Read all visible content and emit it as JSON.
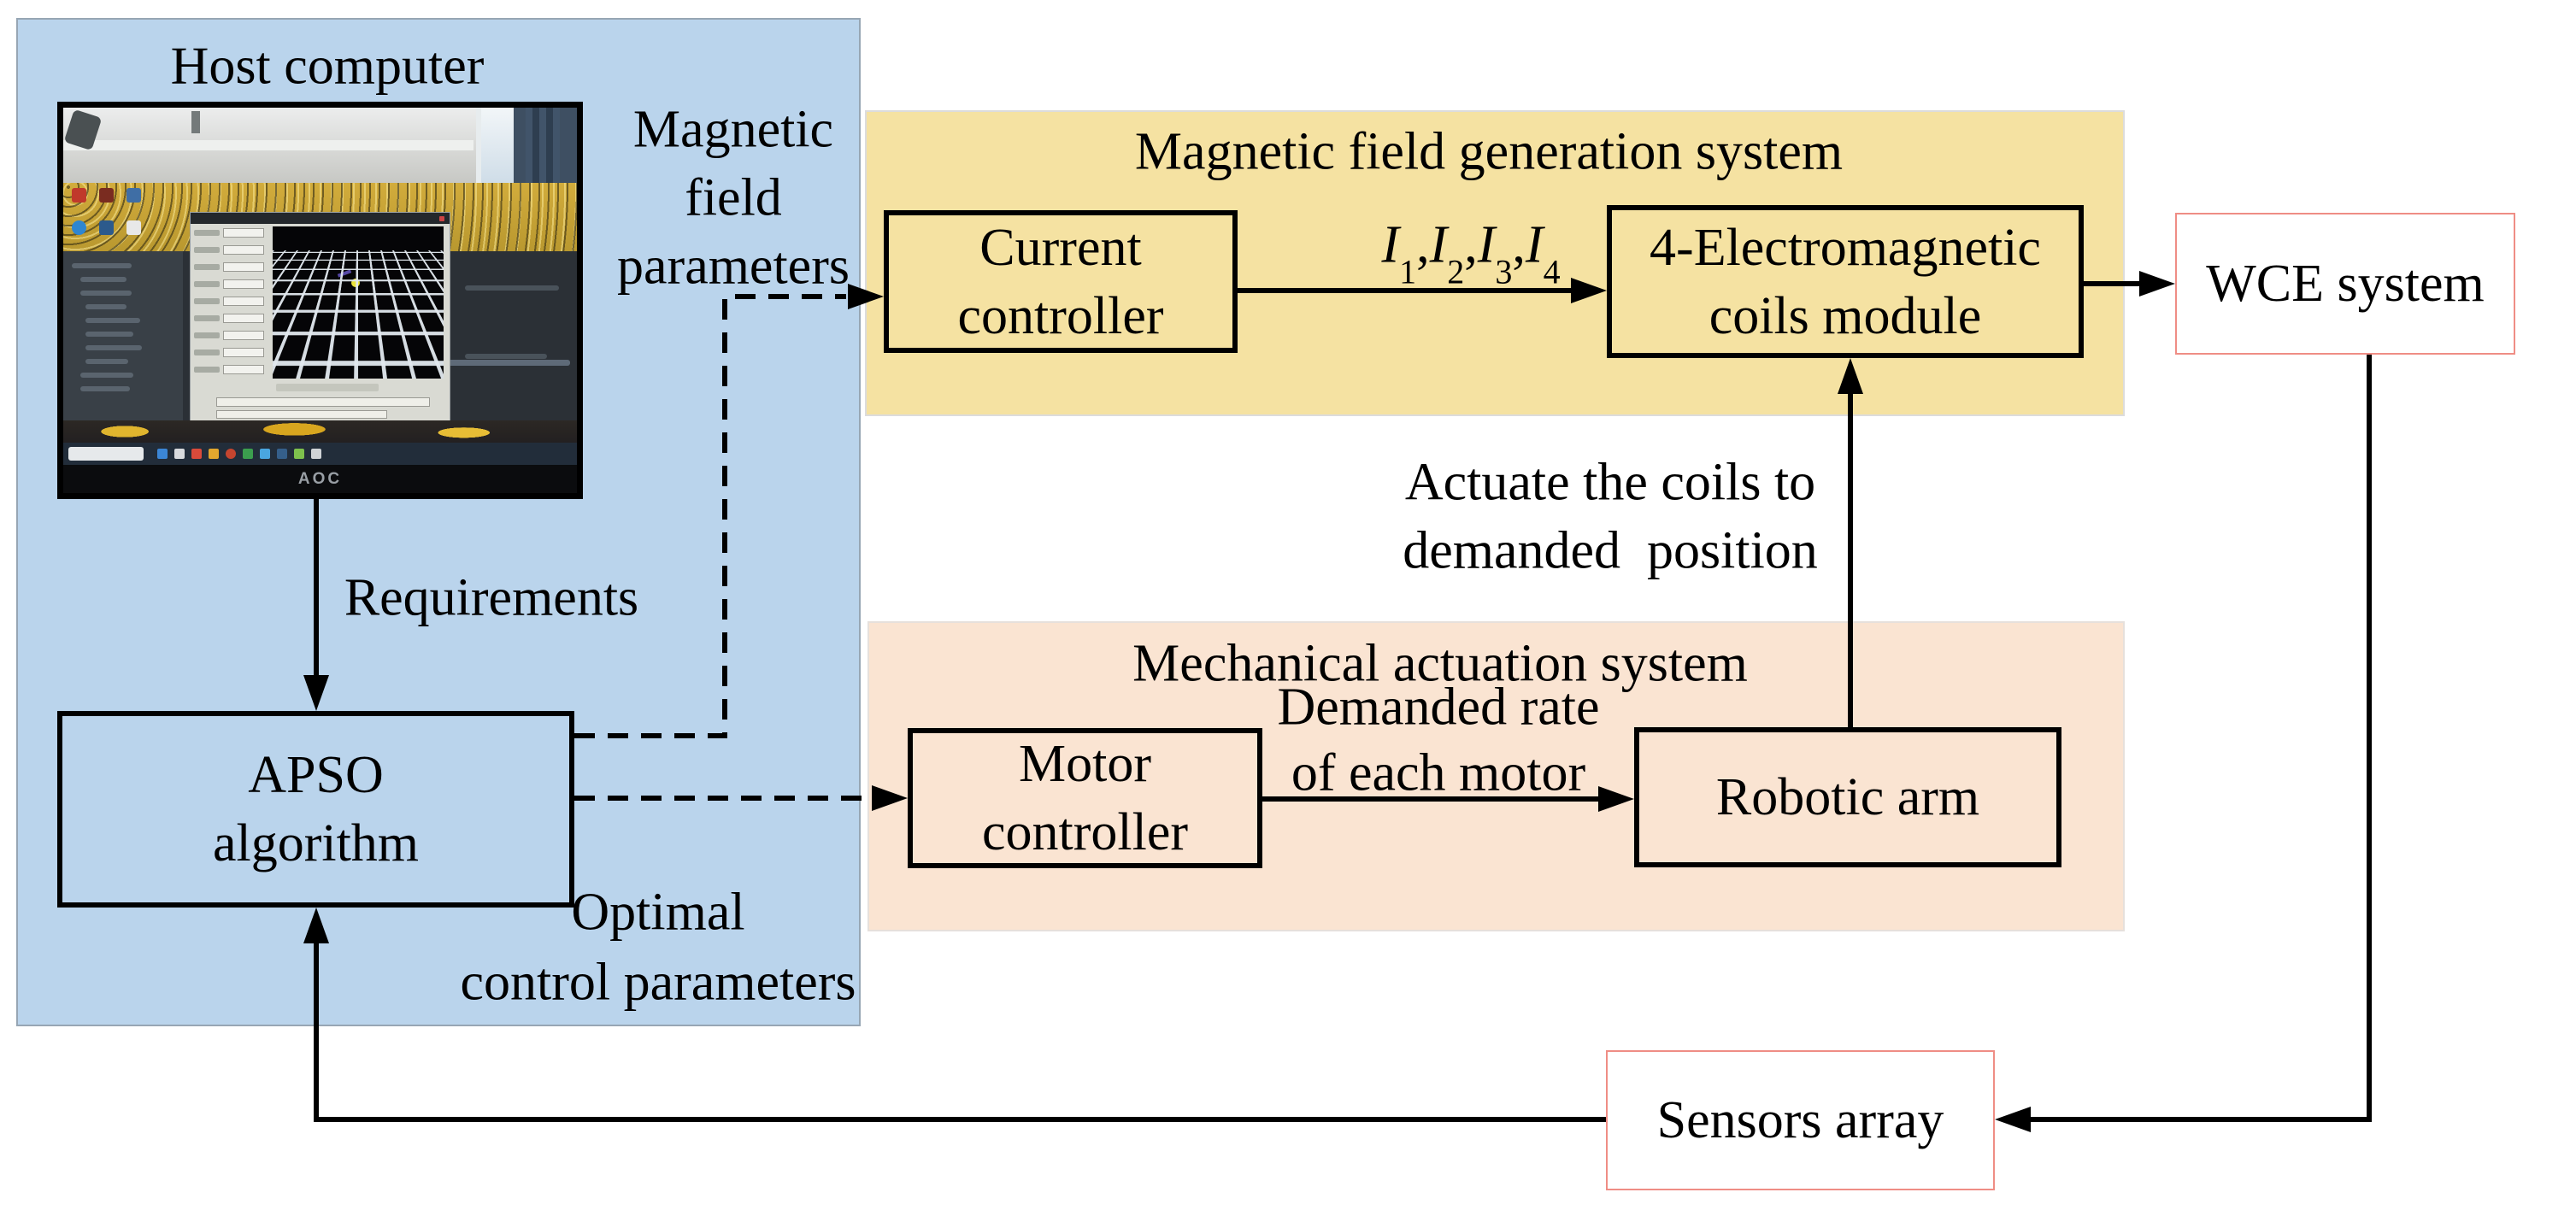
{
  "host_panel": {
    "title": "Host computer",
    "monitor_brand": "AOC",
    "apso_box": {
      "line1": "APSO",
      "line2": "algorithm"
    }
  },
  "magnetic_system": {
    "title": "Magnetic field generation system",
    "current_controller": {
      "line1": "Current",
      "line2": "controller"
    },
    "coils_module": {
      "line1": "4-Electromagnetic",
      "line2": "coils module"
    },
    "currents_label": {
      "base": "I",
      "subscripts": [
        "1",
        "2",
        "3",
        "4"
      ],
      "separator": ","
    }
  },
  "mechanical_system": {
    "title": "Mechanical actuation system",
    "motor_controller": {
      "line1": "Motor",
      "line2": "controller"
    },
    "robotic_arm": "Robotic arm"
  },
  "wce_system": {
    "label": "WCE system"
  },
  "sensors_array": {
    "label": "Sensors array"
  },
  "flow_labels": {
    "magnetic_field_parameters": [
      "Magnetic",
      "field",
      "parameters"
    ],
    "requirements": "Requirements",
    "optimal_control_parameters": [
      "Optimal",
      "control parameters"
    ],
    "actuate_coils": [
      "Actuate the coils to",
      "demanded  position"
    ],
    "demanded_rate": [
      "Demanded rate",
      "of each motor"
    ]
  },
  "colors": {
    "host_panel_bg": "#bad4ec",
    "magnetic_panel_bg": "#f5e2a2",
    "mechanical_panel_bg": "#fae4d2",
    "io_box_border": "#ef8d85",
    "line_color": "#000000"
  }
}
